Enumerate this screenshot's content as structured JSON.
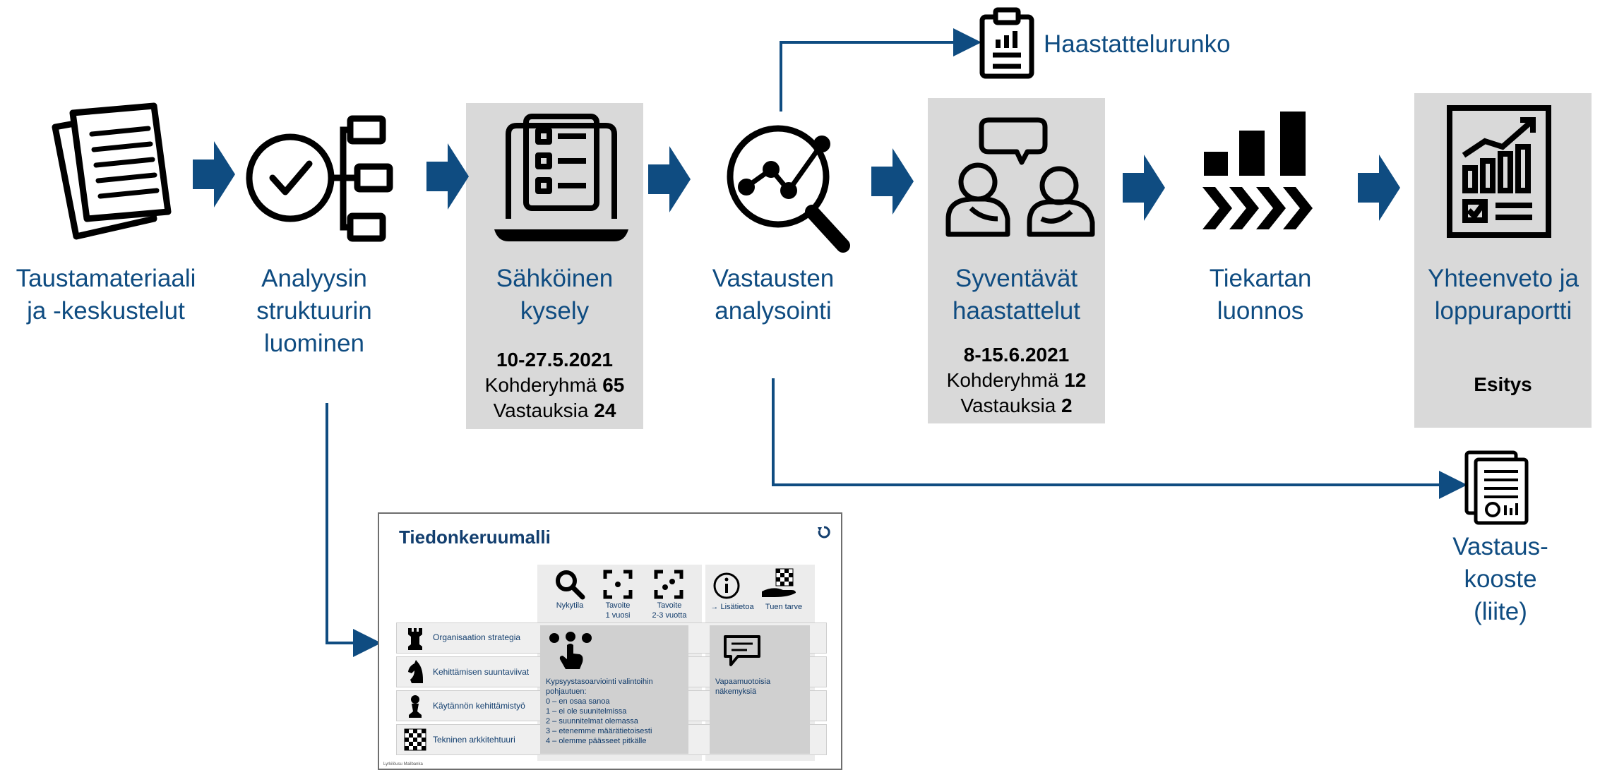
{
  "accent_color": "#0f4c81",
  "steps": [
    {
      "id": "s1",
      "icon": "documents-icon",
      "lines": [
        "Taustamateriaali",
        "ja -keskustelut"
      ]
    },
    {
      "id": "s2",
      "icon": "structure-check-icon",
      "lines": [
        "Analyysin",
        "struktuurin",
        "luominen"
      ]
    },
    {
      "id": "s3",
      "icon": "laptop-survey-icon",
      "lines": [
        "Sähköinen",
        "kysely"
      ],
      "dates": "10-27.5.2021",
      "target_label": "Kohderyhmä",
      "target_value": "65",
      "answers_label": "Vastauksia",
      "answers_value": "24"
    },
    {
      "id": "s4",
      "icon": "magnifier-analysis-icon",
      "lines": [
        "Vastausten",
        "analysointi"
      ]
    },
    {
      "id": "s5",
      "icon": "interview-people-icon",
      "lines": [
        "Syventävät",
        "haastattelut"
      ],
      "dates": "8-15.6.2021",
      "target_label": "Kohderyhmä",
      "target_value": "12",
      "answers_label": "Vastauksia",
      "answers_value": "2"
    },
    {
      "id": "s6",
      "icon": "roadmap-bars-icon",
      "lines": [
        "Tiekartan",
        "luonnos"
      ]
    },
    {
      "id": "s7",
      "icon": "report-chart-icon",
      "lines": [
        "Yhteenveto ja",
        "loppuraportti"
      ],
      "note": "Esitys"
    }
  ],
  "outputs": {
    "interview_frame": "Haastattelurunko",
    "response_summary": [
      "Vastaus-",
      "kooste",
      "(liite)"
    ]
  },
  "thumbnail": {
    "title": "Tiedonkeruumalli",
    "columns": [
      {
        "icon": "search-icon",
        "label": [
          "Nykytila"
        ]
      },
      {
        "icon": "target-1-icon",
        "label": [
          "Tavoite",
          "1 vuosi"
        ]
      },
      {
        "icon": "target-2-icon",
        "label": [
          "Tavoite",
          "2-3 vuotta"
        ]
      },
      {
        "icon": "info-icon",
        "label": [
          "→ Lisätietoa"
        ]
      },
      {
        "icon": "support-hand-icon",
        "label": [
          "Tuen tarve"
        ]
      }
    ],
    "rows": [
      {
        "icon": "chess-rook-icon",
        "label": "Organisaation strategia"
      },
      {
        "icon": "chess-knight-icon",
        "label": "Kehittämisen suuntaviivat"
      },
      {
        "icon": "chess-pawn-icon",
        "label": "Käytännön kehittämistyö"
      },
      {
        "icon": "chessboard-icon",
        "label": "Tekninen arkkitehtuuri"
      }
    ],
    "scale_text": [
      "Kypsyystasoarviointi valintoihin",
      "pohjautuen:",
      "0 – en osaa sanoa",
      "1 – ei ole suunitelmissa",
      "2 – suunnitelmat olemassa",
      "3 – etenemme määrätietoisesti",
      "4 – olemme päässeet pitkälle"
    ],
    "free_text": [
      "Vapaamuotoisia",
      "näkemyksiä"
    ],
    "footer": "Lyrkilöusu Mailbanka"
  }
}
